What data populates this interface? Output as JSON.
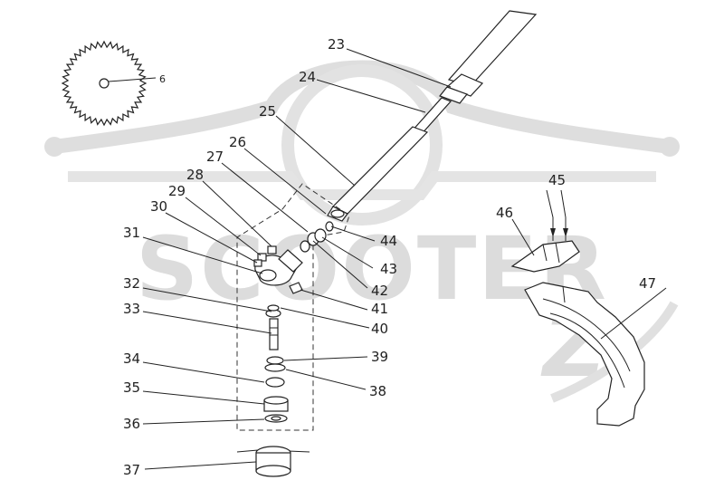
{
  "watermark": {
    "brand": "SCOOTER",
    "suffix": "Z"
  },
  "callouts": {
    "p6": "6",
    "p23": "23",
    "p24": "24",
    "p25": "25",
    "p26": "26",
    "p27": "27",
    "p28": "28",
    "p29": "29",
    "p30": "30",
    "p31": "31",
    "p32": "32",
    "p33": "33",
    "p34": "34",
    "p35": "35",
    "p36": "36",
    "p37": "37",
    "p38": "38",
    "p39": "39",
    "p40": "40",
    "p41": "41",
    "p42": "42",
    "p43": "43",
    "p44": "44",
    "p45": "45",
    "p46": "46",
    "p47": "47"
  }
}
